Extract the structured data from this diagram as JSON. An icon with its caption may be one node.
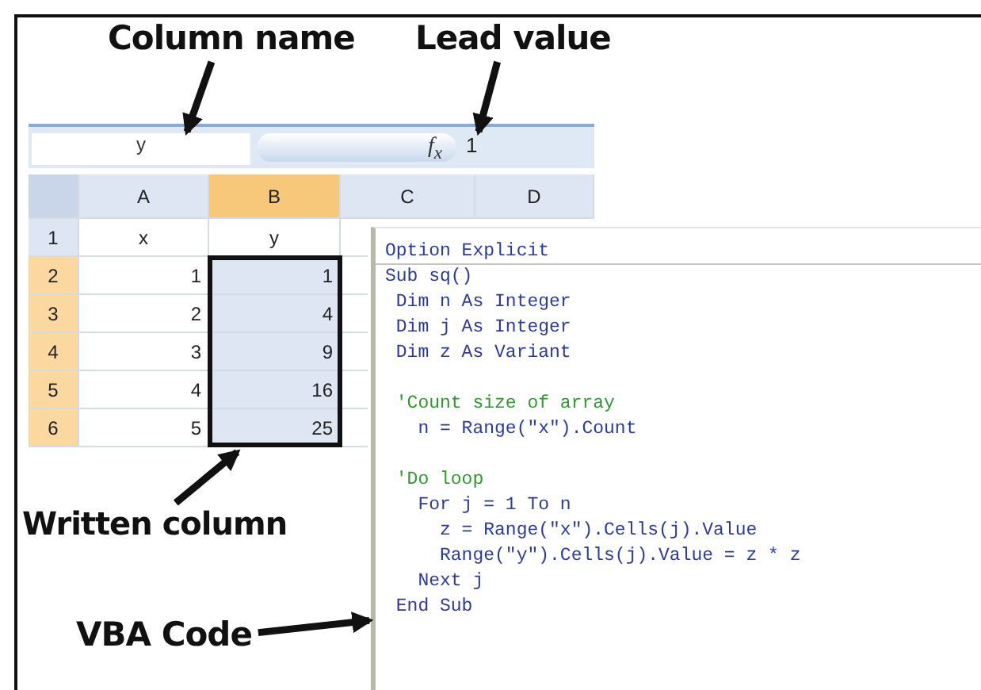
{
  "diagram": {
    "nodes": [
      {
        "text": [
          "Column name"
        ]
      },
      {
        "text": [
          "Lead value"
        ]
      },
      {
        "text": [
          "y"
        ]
      },
      {
        "text": [
          "1"
        ]
      },
      {
        "text": [],
        "shape": "box"
      },
      {
        "text": [
          "Written column"
        ]
      },
      {
        "text": [
          "VBA Code"
        ]
      },
      {
        "text": [
          "Option Explicit",
          "Sub sq()",
          " Dim n As Integer",
          " Dim j As Integer",
          " Dim z As Variant",
          " 'Count size of array",
          "   n = Range(\"x\").Count",
          " 'Do loop",
          "   For j = 1 To n",
          "     z = Range(\"x\").Cells(j).Value",
          "     Range(\"y\").Cells(j).Value = z * z",
          "   Next j",
          " End Sub"
        ]
      }
    ],
    "edges": [
      {
        "from": 0,
        "to": 2,
        "arrow": "to"
      },
      {
        "from": 1,
        "to": 3,
        "arrow": "to"
      },
      {
        "from": 5,
        "to": 4,
        "arrow": "to"
      },
      {
        "from": 6,
        "to": 7,
        "arrow": "to"
      }
    ],
    "labels": [
      "f$_{x}$",
      "A",
      "B",
      "C",
      "D",
      "1",
      "x",
      "y",
      "2",
      "1",
      "1",
      "3",
      "2",
      "4",
      "4",
      "3",
      "9",
      "5",
      "4",
      "16",
      "6",
      "5",
      "25"
    ]
  }
}
